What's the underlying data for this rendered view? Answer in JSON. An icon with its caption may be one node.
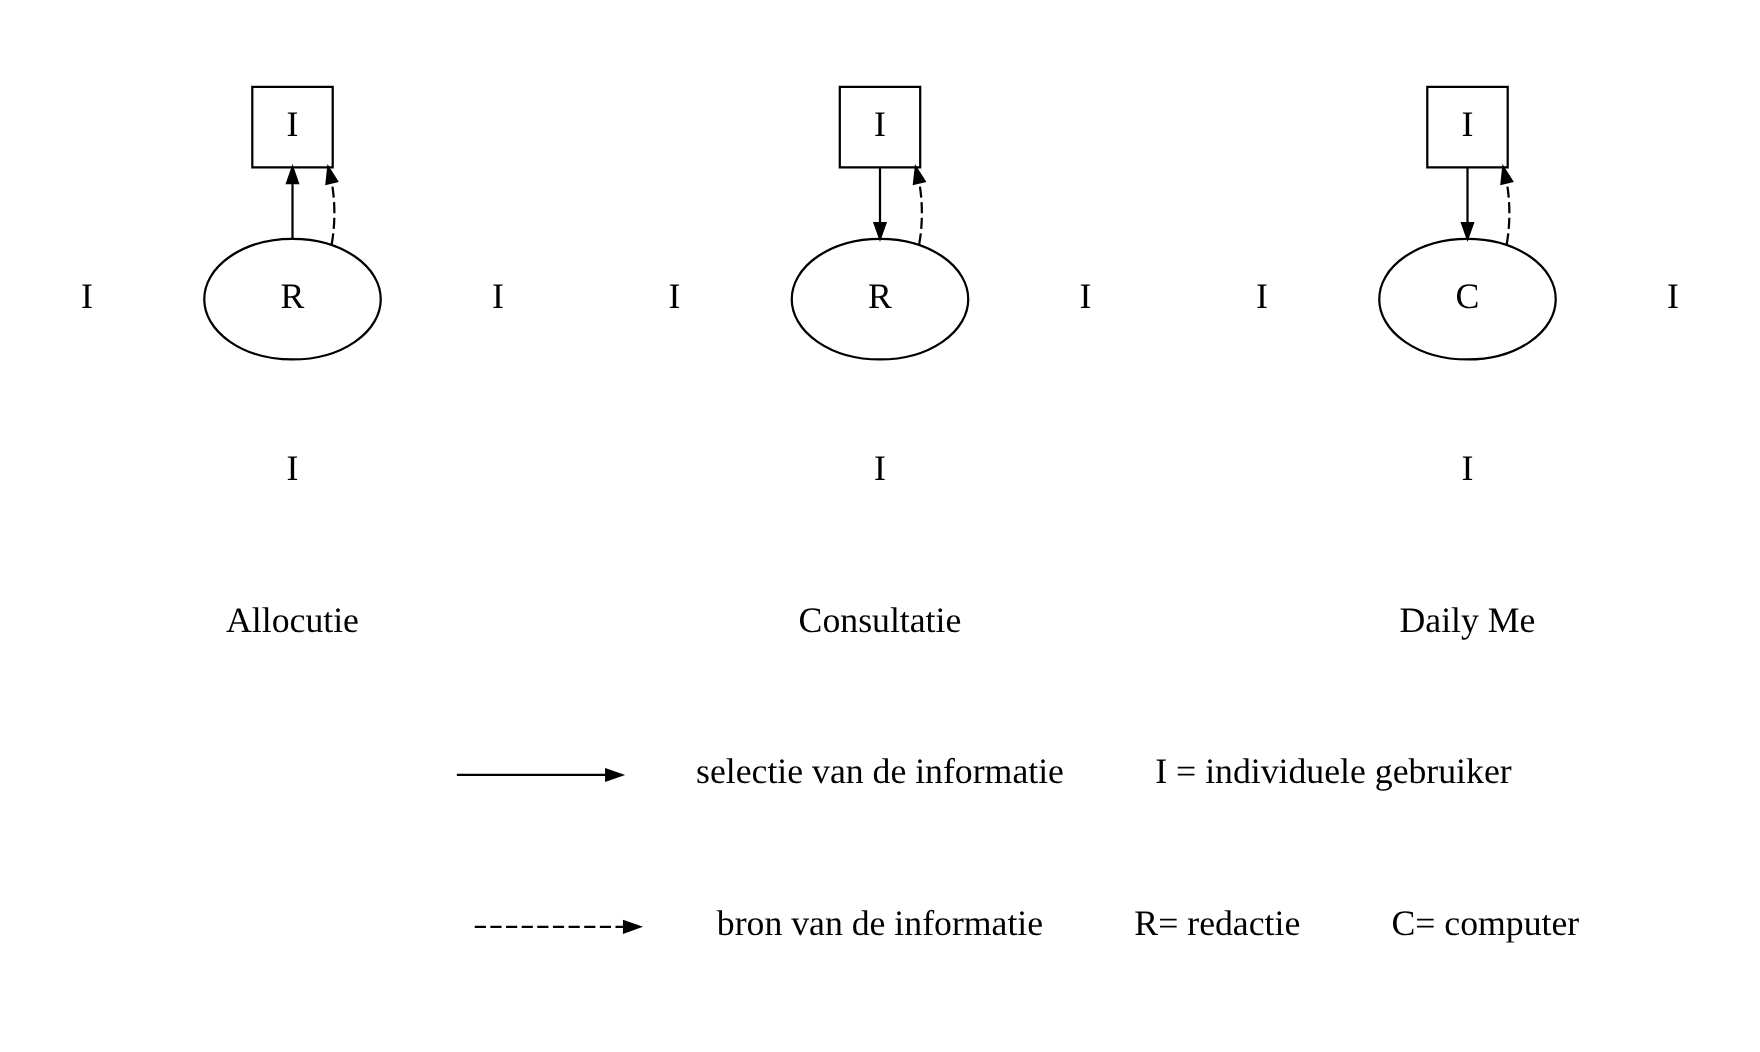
{
  "diagram": {
    "nodes": [
      {
        "text": [
          "I"
        ]
      },
      {
        "text": [
          "R"
        ]
      },
      {
        "text": [
          "I"
        ]
      },
      {
        "text": [
          "R"
        ]
      },
      {
        "text": [
          "I"
        ]
      },
      {
        "text": [
          "C"
        ]
      }
    ],
    "edges": [
      {
        "from": 1,
        "to": 0,
        "arrow": "to"
      },
      {
        "from": 1,
        "to": 0,
        "arrow": "to",
        "style": "dashed"
      },
      {
        "from": 2,
        "to": 3,
        "arrow": "to"
      },
      {
        "from": 3,
        "to": 2,
        "arrow": "to",
        "style": "dashed"
      },
      {
        "from": 4,
        "to": 5,
        "arrow": "to"
      },
      {
        "from": 5,
        "to": 4,
        "arrow": "to",
        "style": "dashed"
      }
    ],
    "labels": [
      "I",
      "I",
      "I",
      "I",
      "I",
      "I",
      "I",
      "I",
      "I",
      "Allocutie",
      "Consultatie",
      "Daily Me",
      "I = individuele gebruiker",
      "R= redactie",
      "C= computer"
    ],
    "legend": [
      {
        "text": "selectie van de informatie"
      },
      {
        "text": "bron van de informatie"
      }
    ]
  }
}
